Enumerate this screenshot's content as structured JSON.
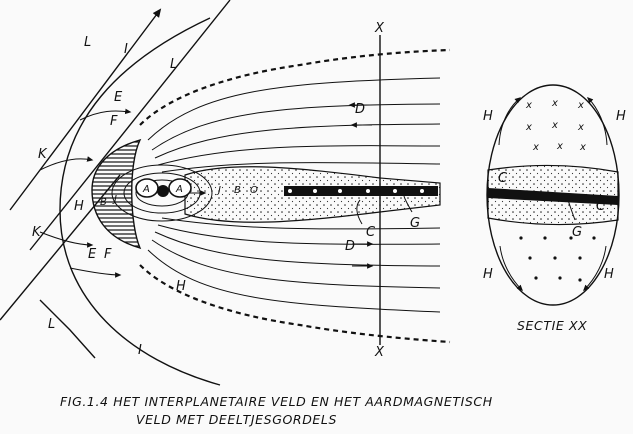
{
  "labels": {
    "L": "L",
    "I": "I",
    "E": "E",
    "F": "F",
    "K": "K",
    "H": "H",
    "B": "B",
    "A": "A",
    "J": "J",
    "D": "D",
    "C": "C",
    "G": "G",
    "X": "X",
    "O": "O"
  },
  "section": {
    "title": "SECTIE XX",
    "cross": "x",
    "labels": {
      "H": "H",
      "C": "C",
      "G": "G"
    }
  },
  "caption": {
    "line1": "FIG.1.4   HET INTERPLANETAIRE VELD EN HET AARDMAGNETISCH",
    "line2": "VELD MET DEELTJESGORDELS"
  }
}
